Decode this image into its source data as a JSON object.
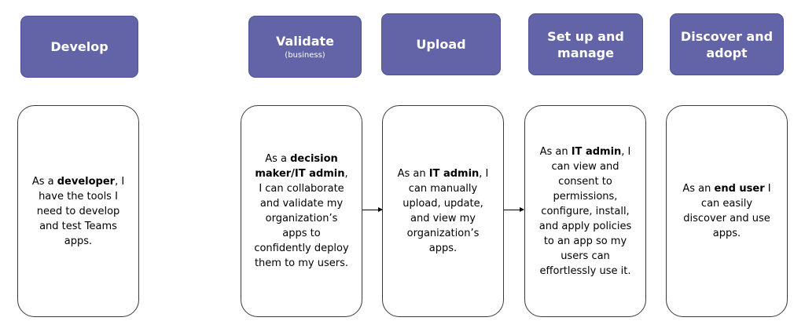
{
  "colors": {
    "header_fill": "#6264a7",
    "card_border": "#3a3a3a"
  },
  "stages": [
    {
      "title": "Develop",
      "subtitle": "",
      "desc": {
        "pre": "As a ",
        "bold": "developer",
        "post": ", I have the tools I need to develop and test Teams apps."
      }
    },
    {
      "title": "Validate",
      "subtitle": "(business)",
      "desc": {
        "pre": "As a ",
        "bold": "decision maker/IT admin",
        "post": ", I can collaborate and validate my organization’s apps to confidently deploy them to my users."
      }
    },
    {
      "title": "Upload",
      "subtitle": "",
      "desc": {
        "pre": "As an ",
        "bold": "IT admin",
        "post": ", I can manually upload, update, and view my organization’s apps."
      }
    },
    {
      "title": "Set up and manage",
      "subtitle": "",
      "desc": {
        "pre": "As an ",
        "bold": "IT admin",
        "post": ", I can view and consent to permissions, configure, install, and apply policies to an app so my users can effortlessly use it."
      }
    },
    {
      "title": "Discover and adopt",
      "subtitle": "",
      "desc": {
        "pre": "As an ",
        "bold": "end user",
        "post": " I can easily discover and use apps."
      }
    }
  ]
}
